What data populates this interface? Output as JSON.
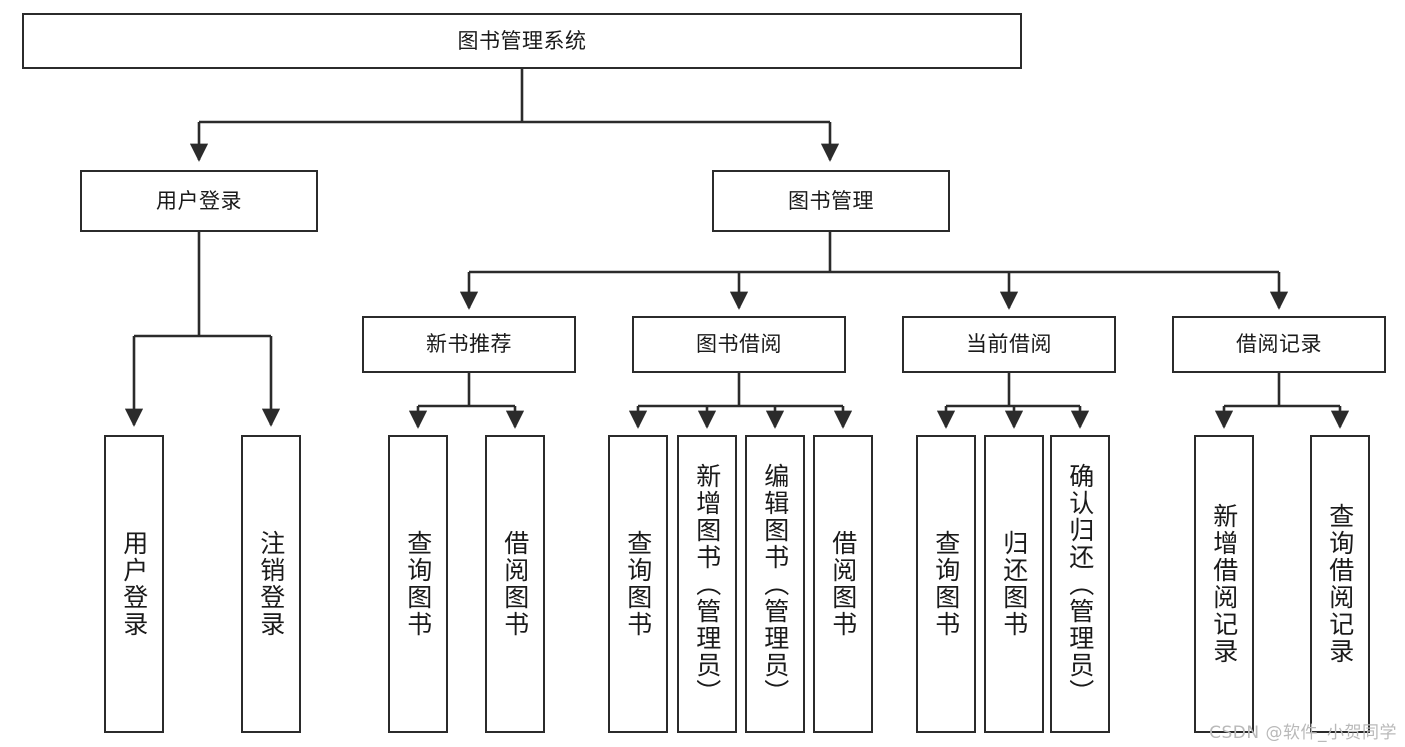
{
  "diagram": {
    "title_node": {
      "label": "图书管理系统"
    },
    "level1": [
      {
        "id": "user-login",
        "label": "用户登录"
      },
      {
        "id": "book-manage",
        "label": "图书管理"
      }
    ],
    "level2": [
      {
        "id": "new-book-recommend",
        "label": "新书推荐"
      },
      {
        "id": "book-borrow",
        "label": "图书借阅"
      },
      {
        "id": "current-borrow",
        "label": "当前借阅"
      },
      {
        "id": "borrow-record",
        "label": "借阅记录"
      }
    ],
    "leaves": [
      {
        "id": "leaf-user-login",
        "label": "用户登录"
      },
      {
        "id": "leaf-logout-login",
        "label": "注销登录"
      },
      {
        "id": "leaf-query-book-1",
        "label": "查询图书"
      },
      {
        "id": "leaf-borrow-book-1",
        "label": "借阅图书"
      },
      {
        "id": "leaf-query-book-2",
        "label": "查询图书"
      },
      {
        "id": "leaf-add-book-admin",
        "label": "新增图书（管理员）"
      },
      {
        "id": "leaf-edit-book-admin",
        "label": "编辑图书（管理员）"
      },
      {
        "id": "leaf-borrow-book-2",
        "label": "借阅图书"
      },
      {
        "id": "leaf-query-book-3",
        "label": "查询图书"
      },
      {
        "id": "leaf-return-book",
        "label": "归还图书"
      },
      {
        "id": "leaf-confirm-return-admin",
        "label": "确认归还（管理员）"
      },
      {
        "id": "leaf-add-borrow-record",
        "label": "新增借阅记录"
      },
      {
        "id": "leaf-query-borrow-record",
        "label": "查询借阅记录"
      }
    ],
    "watermark": "CSDN @软件_小贺同学",
    "colors": {
      "stroke": "#2b2b2b",
      "fill": "#ffffff",
      "text": "#1a1a1a",
      "watermark": "#b9b9b9"
    }
  }
}
